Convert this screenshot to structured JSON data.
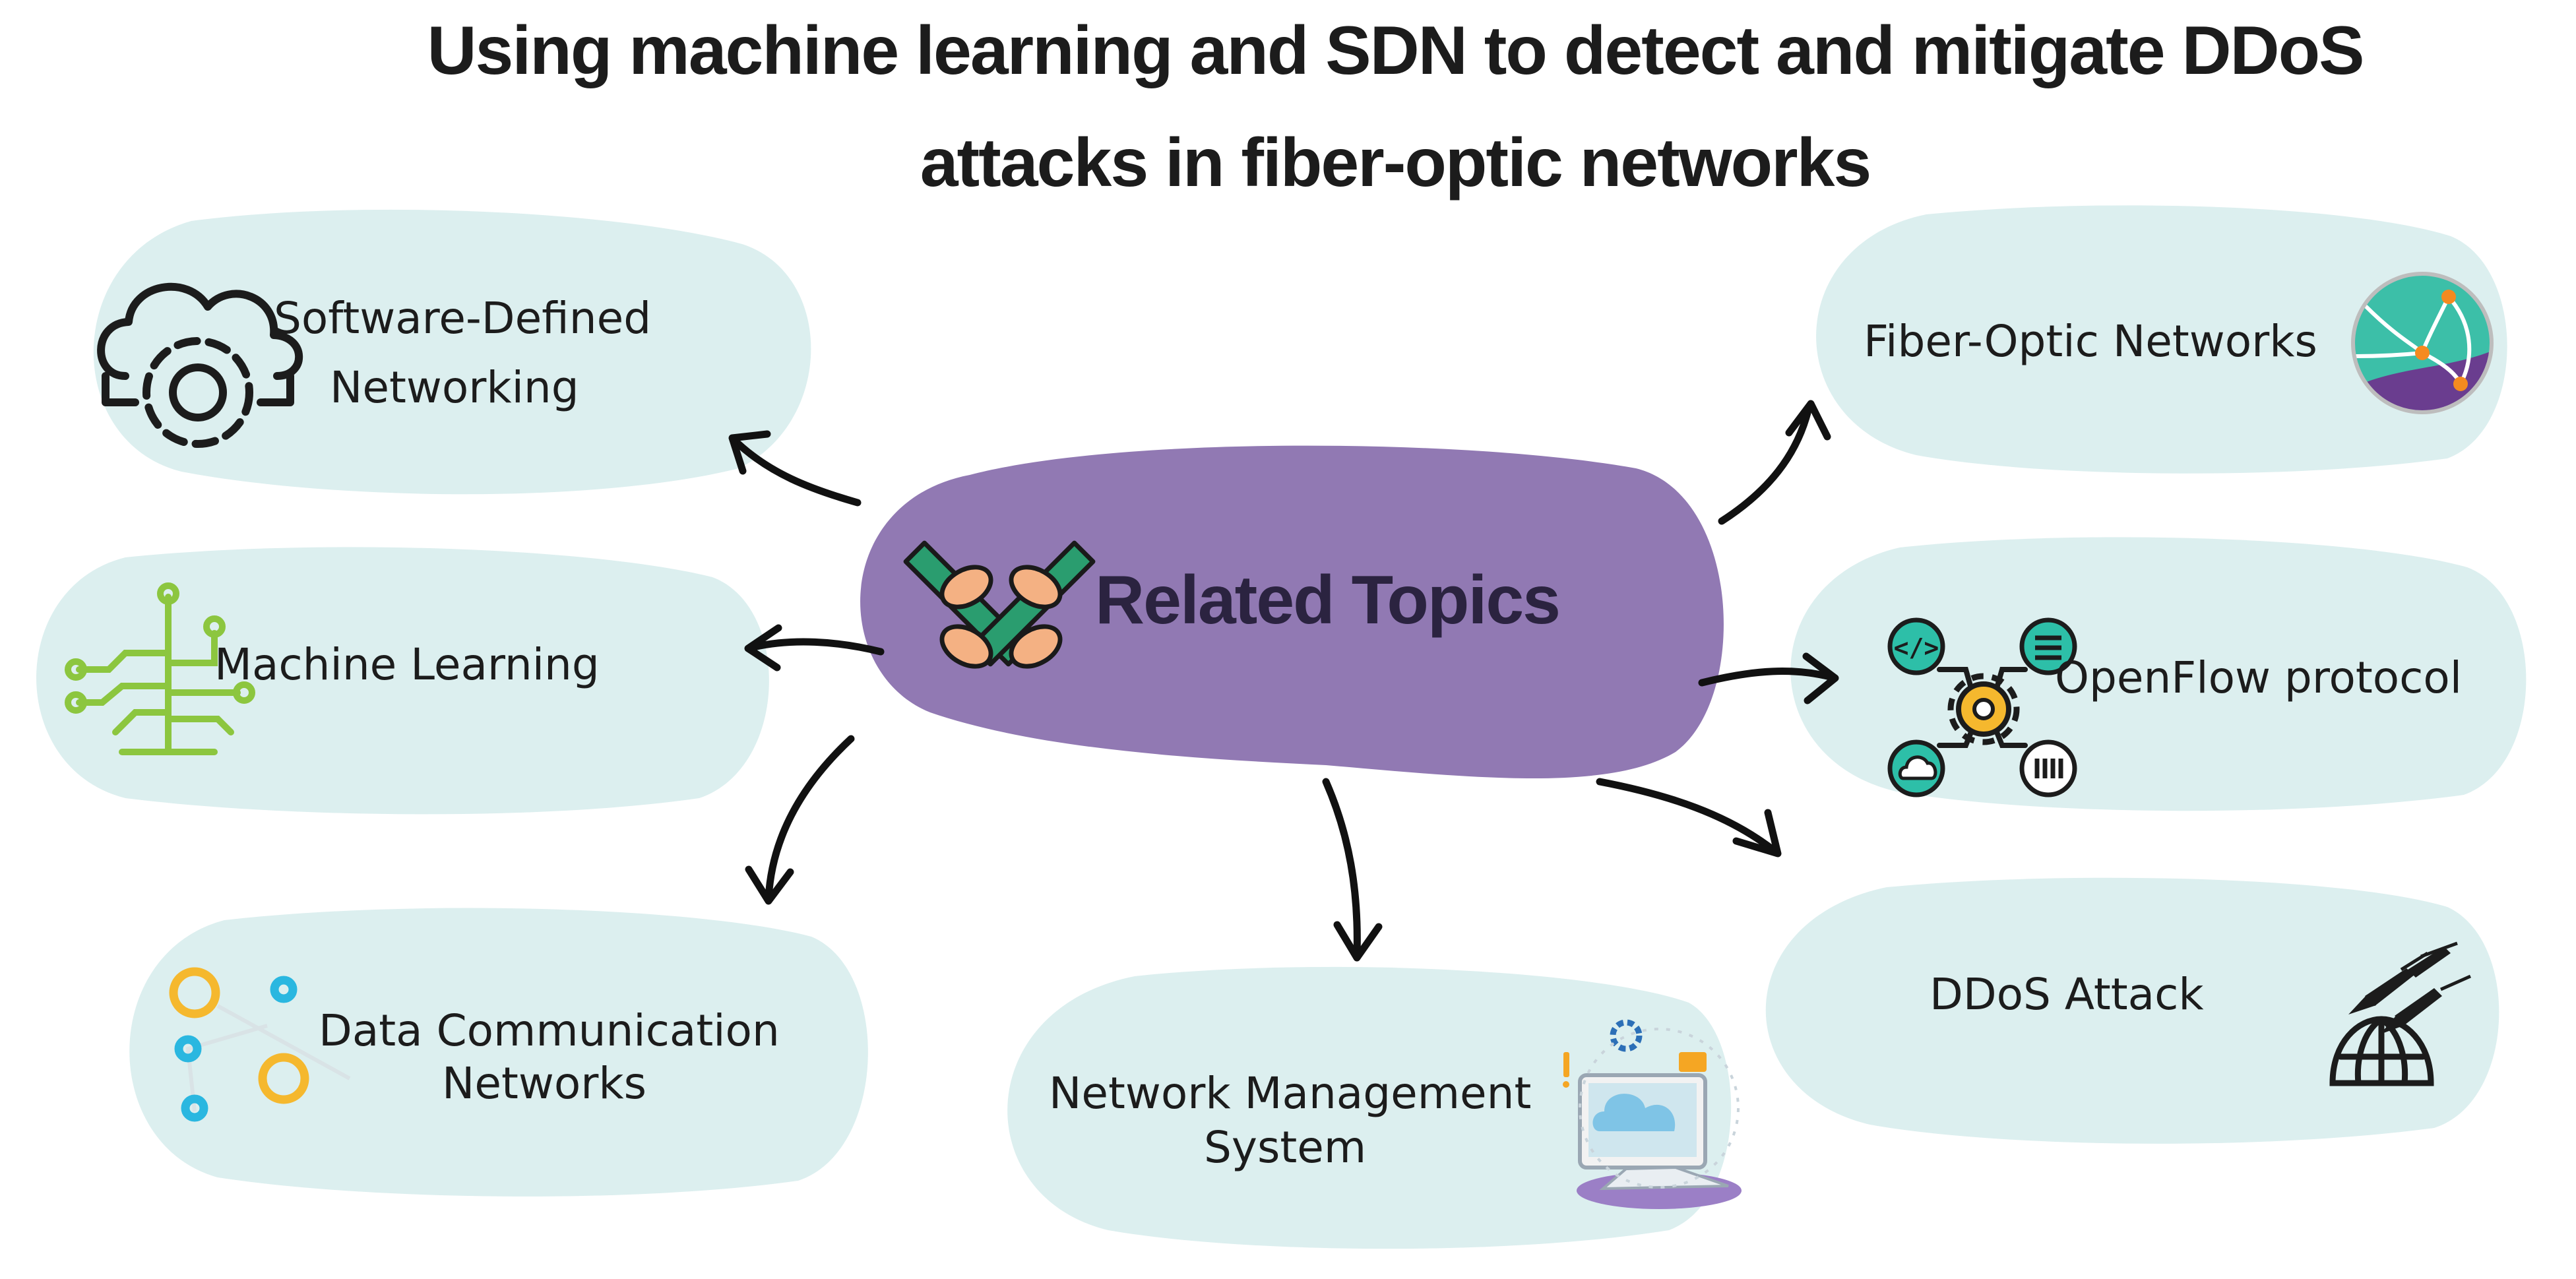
{
  "title": {
    "line1": "Using machine learning and SDN to detect and mitigate DDoS",
    "line2": "attacks in fiber-optic networks"
  },
  "center": {
    "label": "Related Topics",
    "icon": "teamwork-hands-icon",
    "color": "#9179b3"
  },
  "topics": {
    "sdn": {
      "line1": "Software-Defined",
      "line2": "Networking",
      "icon": "cloud-gear-icon"
    },
    "ml": {
      "label": "Machine Learning",
      "icon": "circuit-tree-icon"
    },
    "dcn": {
      "line1": "Data Communication",
      "line2": "Networks",
      "icon": "connected-dots-icon"
    },
    "nms": {
      "line1": "Network Management",
      "line2": "System",
      "icon": "cloud-computer-icon"
    },
    "ddos": {
      "label": "DDoS Attack",
      "icon": "missiles-globe-icon"
    },
    "openflow": {
      "label": "OpenFlow protocol",
      "icon": "network-hub-gear-icon"
    },
    "fiber": {
      "label": "Fiber-Optic Networks",
      "icon": "network-globe-icon"
    }
  },
  "colors": {
    "bubble": "#dcefef",
    "center": "#9179b3",
    "accent_green": "#8cc63f",
    "accent_teal": "#2dbfa8",
    "accent_orange": "#f5a623"
  }
}
